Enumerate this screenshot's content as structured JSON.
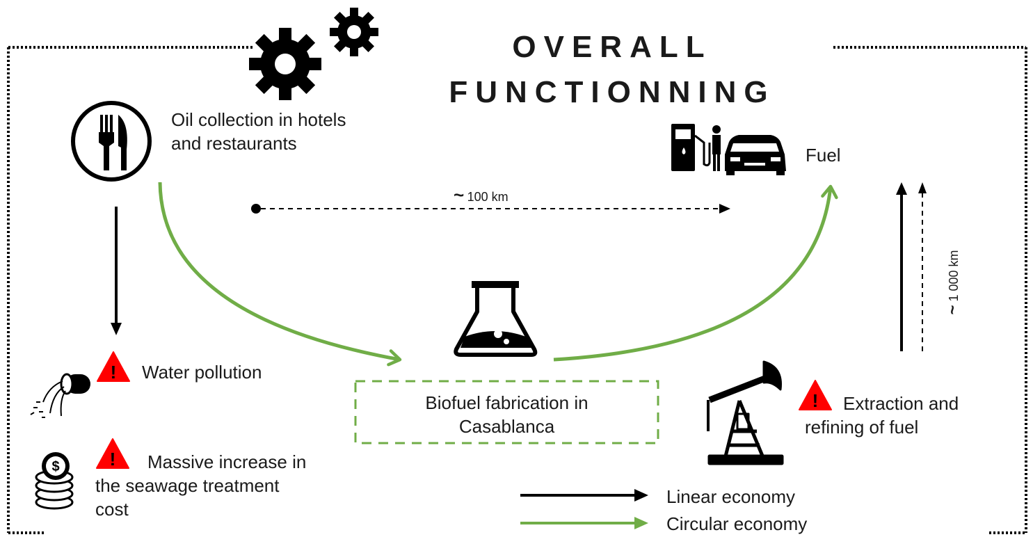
{
  "title": {
    "line1": "OVERALL",
    "line2": "FUNCTIONNING"
  },
  "nodes": {
    "oil_collection": "Oil collection in hotels and restaurants",
    "oil_collection_line1": "Oil collection in hotels",
    "oil_collection_line2": "and restaurants",
    "fuel": "Fuel",
    "biofuel_line1": "Biofuel fabrication in",
    "biofuel_line2": "Casablanca",
    "water_pollution": "Water pollution",
    "seawage_line1": "Massive increase in",
    "seawage_line2": "the seawage treatment",
    "seawage_line3": "cost",
    "extraction_line1": "Extraction and",
    "extraction_line2": "refining of fuel"
  },
  "distances": {
    "short": {
      "symbol": "~",
      "text": "100 km"
    },
    "long": {
      "symbol": "~",
      "text": "1 000 km"
    }
  },
  "legend": [
    {
      "label": "Linear economy",
      "color": "#000000"
    },
    {
      "label": "Circular economy",
      "color": "#70ad47"
    }
  ],
  "colors": {
    "circular": "#70ad47",
    "linear": "#000000",
    "warning": "#ff0000"
  },
  "icons": [
    "gears-icon",
    "cutlery-icon",
    "fuel-pump-icon",
    "car-icon",
    "flask-icon",
    "pipe-pouring-icon",
    "coins-icon",
    "oil-pump-jack-icon",
    "warning-icon"
  ]
}
